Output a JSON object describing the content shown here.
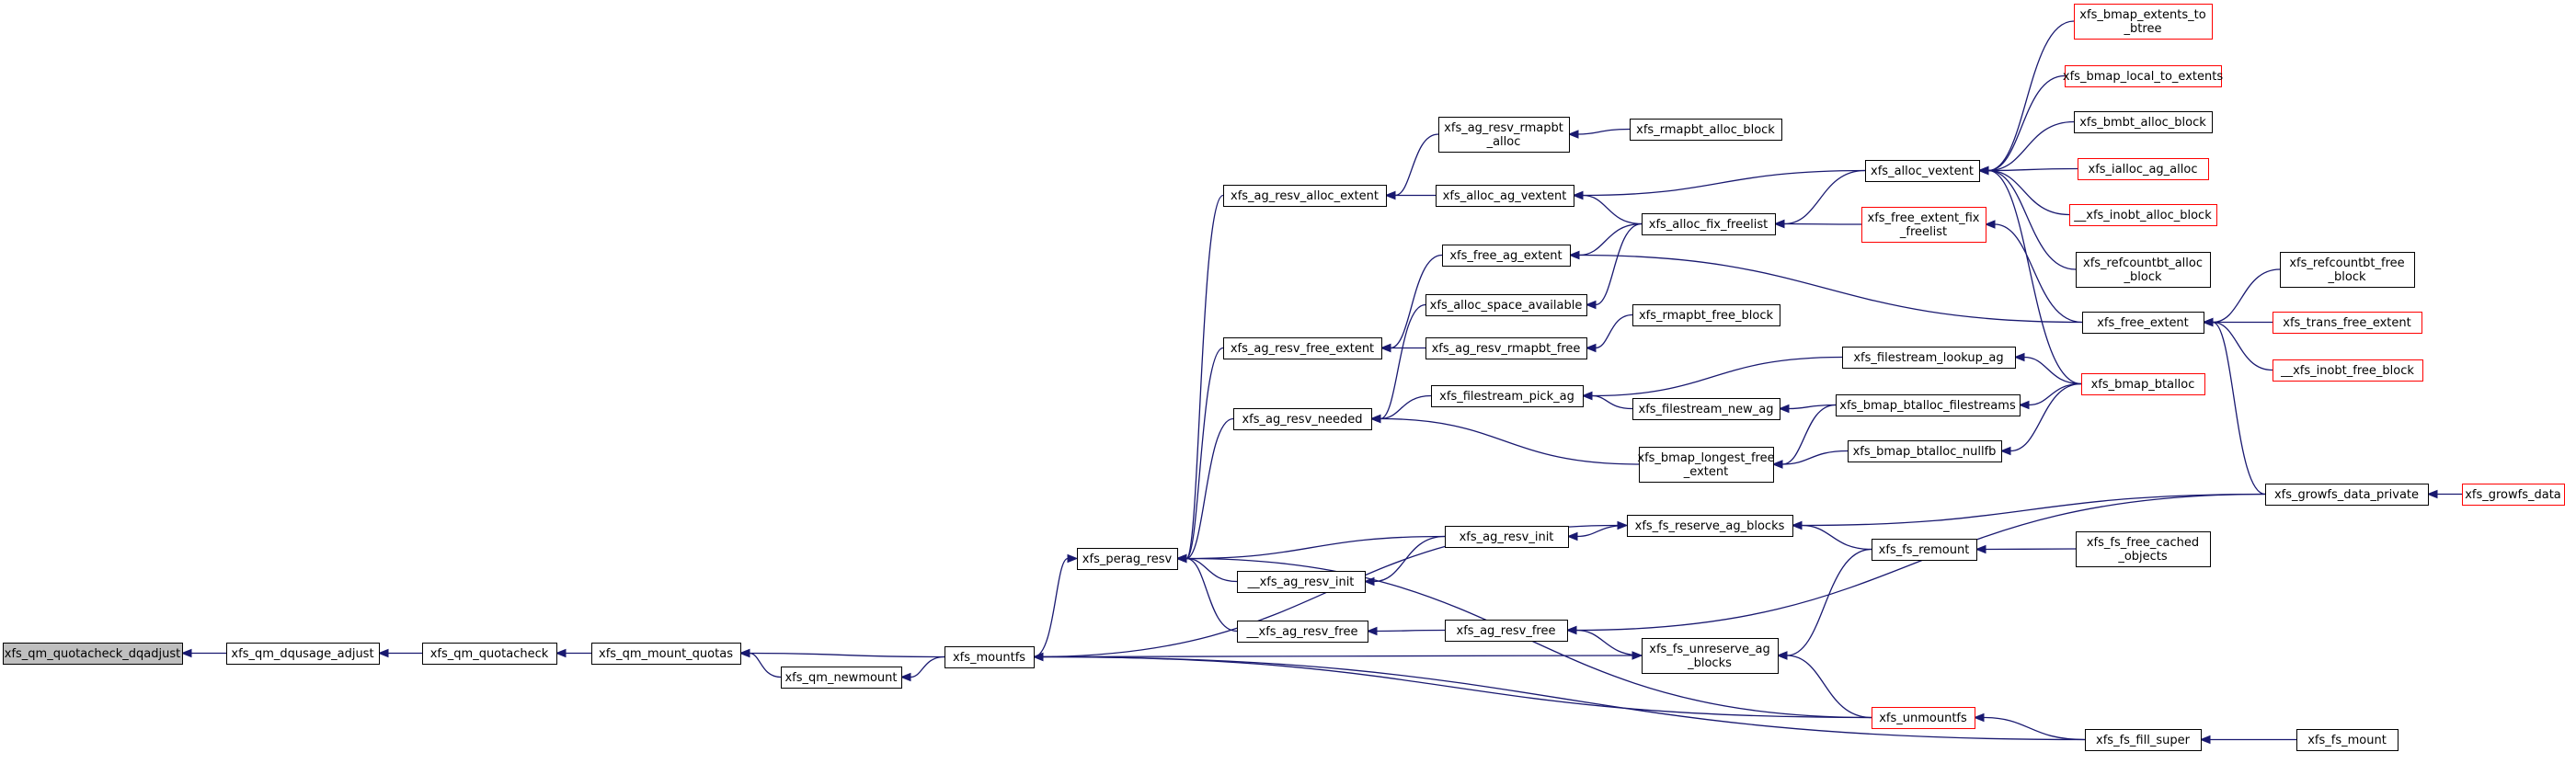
{
  "diagram": {
    "type": "call-graph",
    "colors": {
      "edge": "#191970",
      "node_border_normal": "#000000",
      "node_border_truncated": "#ff0000",
      "node_fill_focus": "#bfbfbf",
      "node_fill": "#ffffff"
    },
    "nodes": [
      {
        "id": "dqadjust",
        "lines": [
          "xfs_qm_quotacheck_dqadjust"
        ],
        "style": "focus"
      },
      {
        "id": "dqusage",
        "lines": [
          "xfs_qm_dqusage_adjust"
        ],
        "style": "normal"
      },
      {
        "id": "quotacheck",
        "lines": [
          "xfs_qm_quotacheck"
        ],
        "style": "normal"
      },
      {
        "id": "mountquotas",
        "lines": [
          "xfs_qm_mount_quotas"
        ],
        "style": "normal"
      },
      {
        "id": "newmount",
        "lines": [
          "xfs_qm_newmount"
        ],
        "style": "normal"
      },
      {
        "id": "mountfs",
        "lines": [
          "xfs_mountfs"
        ],
        "style": "normal"
      },
      {
        "id": "peragresv",
        "lines": [
          "xfs_perag_resv"
        ],
        "style": "normal"
      },
      {
        "id": "agresvallocext",
        "lines": [
          "xfs_ag_resv_alloc_extent"
        ],
        "style": "normal"
      },
      {
        "id": "agresvfreeext",
        "lines": [
          "xfs_ag_resv_free_extent"
        ],
        "style": "normal"
      },
      {
        "id": "agresvneeded",
        "lines": [
          "xfs_ag_resv_needed"
        ],
        "style": "normal"
      },
      {
        "id": "__agresvinit",
        "lines": [
          "__xfs_ag_resv_init"
        ],
        "style": "normal"
      },
      {
        "id": "__agresvfree",
        "lines": [
          "__xfs_ag_resv_free"
        ],
        "style": "normal"
      },
      {
        "id": "agresvrmapbtalloc",
        "lines": [
          "xfs_ag_resv_rmapbt",
          "_alloc"
        ],
        "style": "normal"
      },
      {
        "id": "allocagvextent",
        "lines": [
          "xfs_alloc_ag_vextent"
        ],
        "style": "normal"
      },
      {
        "id": "freeagextent",
        "lines": [
          "xfs_free_ag_extent"
        ],
        "style": "normal"
      },
      {
        "id": "allocspaceavail",
        "lines": [
          "xfs_alloc_space_available"
        ],
        "style": "normal"
      },
      {
        "id": "agresvrmapbtfree",
        "lines": [
          "xfs_ag_resv_rmapbt_free"
        ],
        "style": "normal"
      },
      {
        "id": "filestreampickag",
        "lines": [
          "xfs_filestream_pick_ag"
        ],
        "style": "normal"
      },
      {
        "id": "agresvinit",
        "lines": [
          "xfs_ag_resv_init"
        ],
        "style": "normal"
      },
      {
        "id": "agresvfree",
        "lines": [
          "xfs_ag_resv_free"
        ],
        "style": "normal"
      },
      {
        "id": "rmapbtallocblock",
        "lines": [
          "xfs_rmapbt_alloc_block"
        ],
        "style": "normal"
      },
      {
        "id": "allocfixfreelist",
        "lines": [
          "xfs_alloc_fix_freelist"
        ],
        "style": "normal"
      },
      {
        "id": "rmapbtfreeblock",
        "lines": [
          "xfs_rmapbt_free_block"
        ],
        "style": "normal"
      },
      {
        "id": "filestreamlookupag",
        "lines": [
          "xfs_filestream_lookup_ag"
        ],
        "style": "normal"
      },
      {
        "id": "filestreamnewag",
        "lines": [
          "xfs_filestream_new_ag"
        ],
        "style": "normal"
      },
      {
        "id": "bmaplongestfree",
        "lines": [
          "xfs_bmap_longest_free",
          "_extent"
        ],
        "style": "normal"
      },
      {
        "id": "fsreserveagblocks",
        "lines": [
          "xfs_fs_reserve_ag_blocks"
        ],
        "style": "normal"
      },
      {
        "id": "fsunreserveag",
        "lines": [
          "xfs_fs_unreserve_ag",
          "_blocks"
        ],
        "style": "normal"
      },
      {
        "id": "allocvextent",
        "lines": [
          "xfs_alloc_vextent"
        ],
        "style": "normal"
      },
      {
        "id": "freeextentfix",
        "lines": [
          "xfs_free_extent_fix",
          "_freelist"
        ],
        "style": "truncated"
      },
      {
        "id": "bmapbtallocfs",
        "lines": [
          "xfs_bmap_btalloc_filestreams"
        ],
        "style": "normal"
      },
      {
        "id": "bmapbtallocnullfb",
        "lines": [
          "xfs_bmap_btalloc_nullfb"
        ],
        "style": "normal"
      },
      {
        "id": "fsremount",
        "lines": [
          "xfs_fs_remount"
        ],
        "style": "normal"
      },
      {
        "id": "unmountfs",
        "lines": [
          "xfs_unmountfs"
        ],
        "style": "truncated"
      },
      {
        "id": "bmapextentstobtree",
        "lines": [
          "xfs_bmap_extents_to",
          "_btree"
        ],
        "style": "truncated"
      },
      {
        "id": "bmaplocaltoextents",
        "lines": [
          "xfs_bmap_local_to_extents"
        ],
        "style": "truncated"
      },
      {
        "id": "bmbtallocblock",
        "lines": [
          "xfs_bmbt_alloc_block"
        ],
        "style": "normal"
      },
      {
        "id": "iallocagalloc",
        "lines": [
          "xfs_ialloc_ag_alloc"
        ],
        "style": "truncated"
      },
      {
        "id": "__inobtallocblock",
        "lines": [
          "__xfs_inobt_alloc_block"
        ],
        "style": "truncated"
      },
      {
        "id": "refcountbtallocblock",
        "lines": [
          "xfs_refcountbt_alloc",
          "_block"
        ],
        "style": "normal"
      },
      {
        "id": "freeextent",
        "lines": [
          "xfs_free_extent"
        ],
        "style": "normal"
      },
      {
        "id": "bmapbtalloc",
        "lines": [
          "xfs_bmap_btalloc"
        ],
        "style": "truncated"
      },
      {
        "id": "fsfreecached",
        "lines": [
          "xfs_fs_free_cached",
          "_objects"
        ],
        "style": "normal"
      },
      {
        "id": "fsfillsuper",
        "lines": [
          "xfs_fs_fill_super"
        ],
        "style": "normal"
      },
      {
        "id": "refcountbtfreeblock",
        "lines": [
          "xfs_refcountbt_free",
          "_block"
        ],
        "style": "normal"
      },
      {
        "id": "transfreeextent",
        "lines": [
          "xfs_trans_free_extent"
        ],
        "style": "truncated"
      },
      {
        "id": "__inobtfreeblock",
        "lines": [
          "__xfs_inobt_free_block"
        ],
        "style": "truncated"
      },
      {
        "id": "growfsdataprivate",
        "lines": [
          "xfs_growfs_data_private"
        ],
        "style": "normal"
      },
      {
        "id": "fsmount",
        "lines": [
          "xfs_fs_mount"
        ],
        "style": "normal"
      },
      {
        "id": "growfsdata",
        "lines": [
          "xfs_growfs_data"
        ],
        "style": "truncated"
      }
    ],
    "edges": [
      [
        "dqusage",
        "dqadjust"
      ],
      [
        "quotacheck",
        "dqusage"
      ],
      [
        "mountquotas",
        "quotacheck"
      ],
      [
        "mountfs",
        "mountquotas"
      ],
      [
        "newmount",
        "mountquotas"
      ],
      [
        "mountfs",
        "newmount"
      ],
      [
        "mountfs",
        "fsreserveagblocks"
      ],
      [
        "mountfs",
        "fsunreserveag"
      ],
      [
        "unmountfs",
        "mountfs"
      ],
      [
        "fsfillsuper",
        "mountfs"
      ],
      [
        "mountfs",
        "peragresv"
      ],
      [
        "agresvallocext",
        "peragresv"
      ],
      [
        "agresvfreeext",
        "peragresv"
      ],
      [
        "agresvneeded",
        "peragresv"
      ],
      [
        "__agresvinit",
        "peragresv"
      ],
      [
        "__agresvfree",
        "peragresv"
      ],
      [
        "agresvinit",
        "peragresv"
      ],
      [
        "unmountfs",
        "peragresv"
      ],
      [
        "agresvrmapbtalloc",
        "agresvallocext"
      ],
      [
        "allocagvextent",
        "agresvallocext"
      ],
      [
        "freeagextent",
        "agresvfreeext"
      ],
      [
        "agresvrmapbtfree",
        "agresvfreeext"
      ],
      [
        "allocspaceavail",
        "agresvneeded"
      ],
      [
        "filestreampickag",
        "agresvneeded"
      ],
      [
        "bmaplongestfree",
        "agresvneeded"
      ],
      [
        "agresvinit",
        "__agresvinit"
      ],
      [
        "agresvfree",
        "__agresvfree"
      ],
      [
        "rmapbtallocblock",
        "agresvrmapbtalloc"
      ],
      [
        "allocvextent",
        "allocagvextent"
      ],
      [
        "allocfixfreelist",
        "allocagvextent"
      ],
      [
        "allocfixfreelist",
        "freeagextent"
      ],
      [
        "freeextent",
        "freeagextent"
      ],
      [
        "allocfixfreelist",
        "allocspaceavail"
      ],
      [
        "rmapbtfreeblock",
        "agresvrmapbtfree"
      ],
      [
        "filestreamlookupag",
        "filestreampickag"
      ],
      [
        "filestreamnewag",
        "filestreampickag"
      ],
      [
        "fsreserveagblocks",
        "agresvinit"
      ],
      [
        "fsunreserveag",
        "agresvfree"
      ],
      [
        "growfsdataprivate",
        "agresvfree"
      ],
      [
        "allocvextent",
        "allocfixfreelist"
      ],
      [
        "freeextentfix",
        "allocfixfreelist"
      ],
      [
        "bmapbtalloc",
        "filestreamlookupag"
      ],
      [
        "bmapbtallocfs",
        "filestreamnewag"
      ],
      [
        "bmapbtallocfs",
        "bmaplongestfree"
      ],
      [
        "bmapbtallocnullfb",
        "bmaplongestfree"
      ],
      [
        "fsremount",
        "fsreserveagblocks"
      ],
      [
        "growfsdataprivate",
        "fsreserveagblocks"
      ],
      [
        "fsremount",
        "fsunreserveag"
      ],
      [
        "unmountfs",
        "fsunreserveag"
      ],
      [
        "bmapextentstobtree",
        "allocvextent"
      ],
      [
        "bmaplocaltoextents",
        "allocvextent"
      ],
      [
        "bmbtallocblock",
        "allocvextent"
      ],
      [
        "iallocagalloc",
        "allocvextent"
      ],
      [
        "__inobtallocblock",
        "allocvextent"
      ],
      [
        "refcountbtallocblock",
        "allocvextent"
      ],
      [
        "bmapbtalloc",
        "allocvextent"
      ],
      [
        "freeextent",
        "freeextentfix"
      ],
      [
        "bmapbtalloc",
        "bmapbtallocfs"
      ],
      [
        "bmapbtalloc",
        "bmapbtallocnullfb"
      ],
      [
        "fsfreecached",
        "fsremount"
      ],
      [
        "fsfillsuper",
        "unmountfs"
      ],
      [
        "refcountbtfreeblock",
        "freeextent"
      ],
      [
        "transfreeextent",
        "freeextent"
      ],
      [
        "__inobtfreeblock",
        "freeextent"
      ],
      [
        "growfsdataprivate",
        "freeextent"
      ],
      [
        "fsmount",
        "fsfillsuper"
      ],
      [
        "growfsdata",
        "growfsdataprivate"
      ]
    ]
  }
}
